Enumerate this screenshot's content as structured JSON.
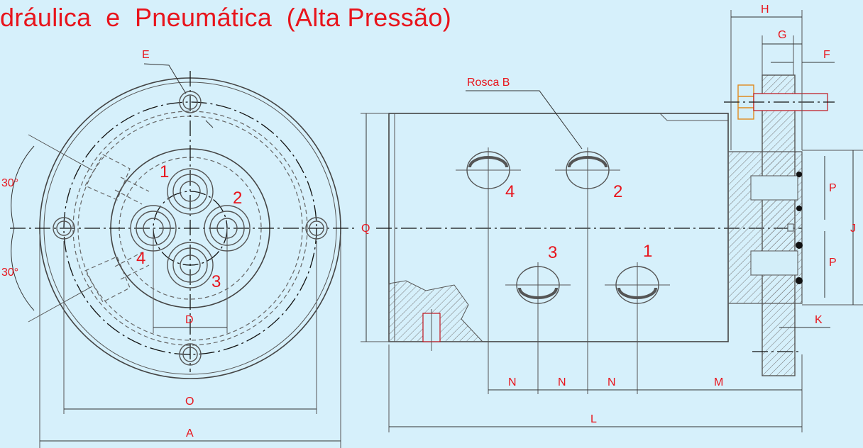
{
  "title": "dráulica  e  Pneumática  (Alta Pressão)",
  "labels": {
    "E": "E",
    "D": "D",
    "O": "O",
    "A": "A",
    "angle_top": "30°",
    "angle_bottom": "30°",
    "rosca": "Rosca  B",
    "Q": "Q",
    "L": "L",
    "M": "M",
    "N": "N",
    "H": "H",
    "G": "G",
    "F": "F",
    "J": "J",
    "P": "P",
    "K": "K"
  },
  "ports_front": [
    "1",
    "2",
    "3",
    "4"
  ],
  "ports_side": [
    "1",
    "2",
    "3",
    "4"
  ],
  "colors": {
    "background": "#d6f0fb",
    "accent": "#e8141c",
    "line": "#444444",
    "bolt": "#e08a1e"
  }
}
